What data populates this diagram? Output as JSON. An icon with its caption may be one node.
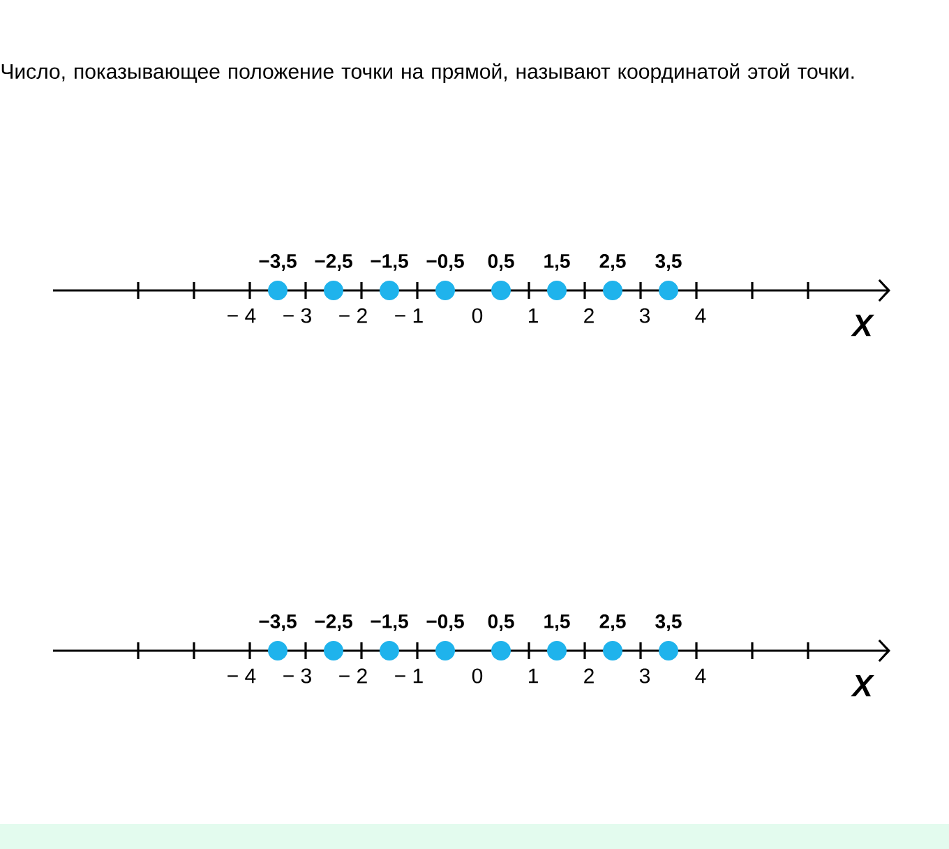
{
  "diagram": {
    "title": "Число, показывающее положение точки на прямой, называют координатой этой точки.",
    "nodes": [
      {
        "text": [],
        "shape": "circle",
        "beside": [
          "−3,5"
        ]
      },
      {
        "text": [],
        "shape": "circle",
        "beside": [
          "−2,5"
        ]
      },
      {
        "text": [],
        "shape": "circle",
        "beside": [
          "−1,5"
        ]
      },
      {
        "text": [],
        "shape": "circle",
        "beside": [
          "−0,5"
        ]
      },
      {
        "text": [],
        "shape": "circle",
        "beside": [
          "0,5"
        ]
      },
      {
        "text": [],
        "shape": "circle",
        "beside": [
          "1,5"
        ]
      },
      {
        "text": [],
        "shape": "circle",
        "beside": [
          "2,5"
        ]
      },
      {
        "text": [],
        "shape": "circle",
        "beside": [
          "3,5"
        ]
      },
      {
        "text": [],
        "shape": "circle",
        "beside": [
          "−3,5"
        ]
      },
      {
        "text": [],
        "shape": "circle",
        "beside": [
          "−2,5"
        ]
      },
      {
        "text": [],
        "shape": "circle",
        "beside": [
          "−1,5"
        ]
      },
      {
        "text": [],
        "shape": "circle",
        "beside": [
          "−0,5"
        ]
      },
      {
        "text": [],
        "shape": "circle",
        "beside": [
          "0,5"
        ]
      },
      {
        "text": [],
        "shape": "circle",
        "beside": [
          "1,5"
        ]
      },
      {
        "text": [],
        "shape": "circle",
        "beside": [
          "2,5"
        ]
      },
      {
        "text": [],
        "shape": "circle",
        "beside": [
          "3,5"
        ]
      }
    ],
    "edges": [],
    "labels": [
      "− 4",
      "− 3",
      "− 2",
      "− 1",
      "0",
      "1",
      "2",
      "3",
      "4",
      "X",
      "− 4",
      "− 3",
      "− 2",
      "− 1",
      "0",
      "1",
      "2",
      "3",
      "4",
      "X"
    ]
  }
}
